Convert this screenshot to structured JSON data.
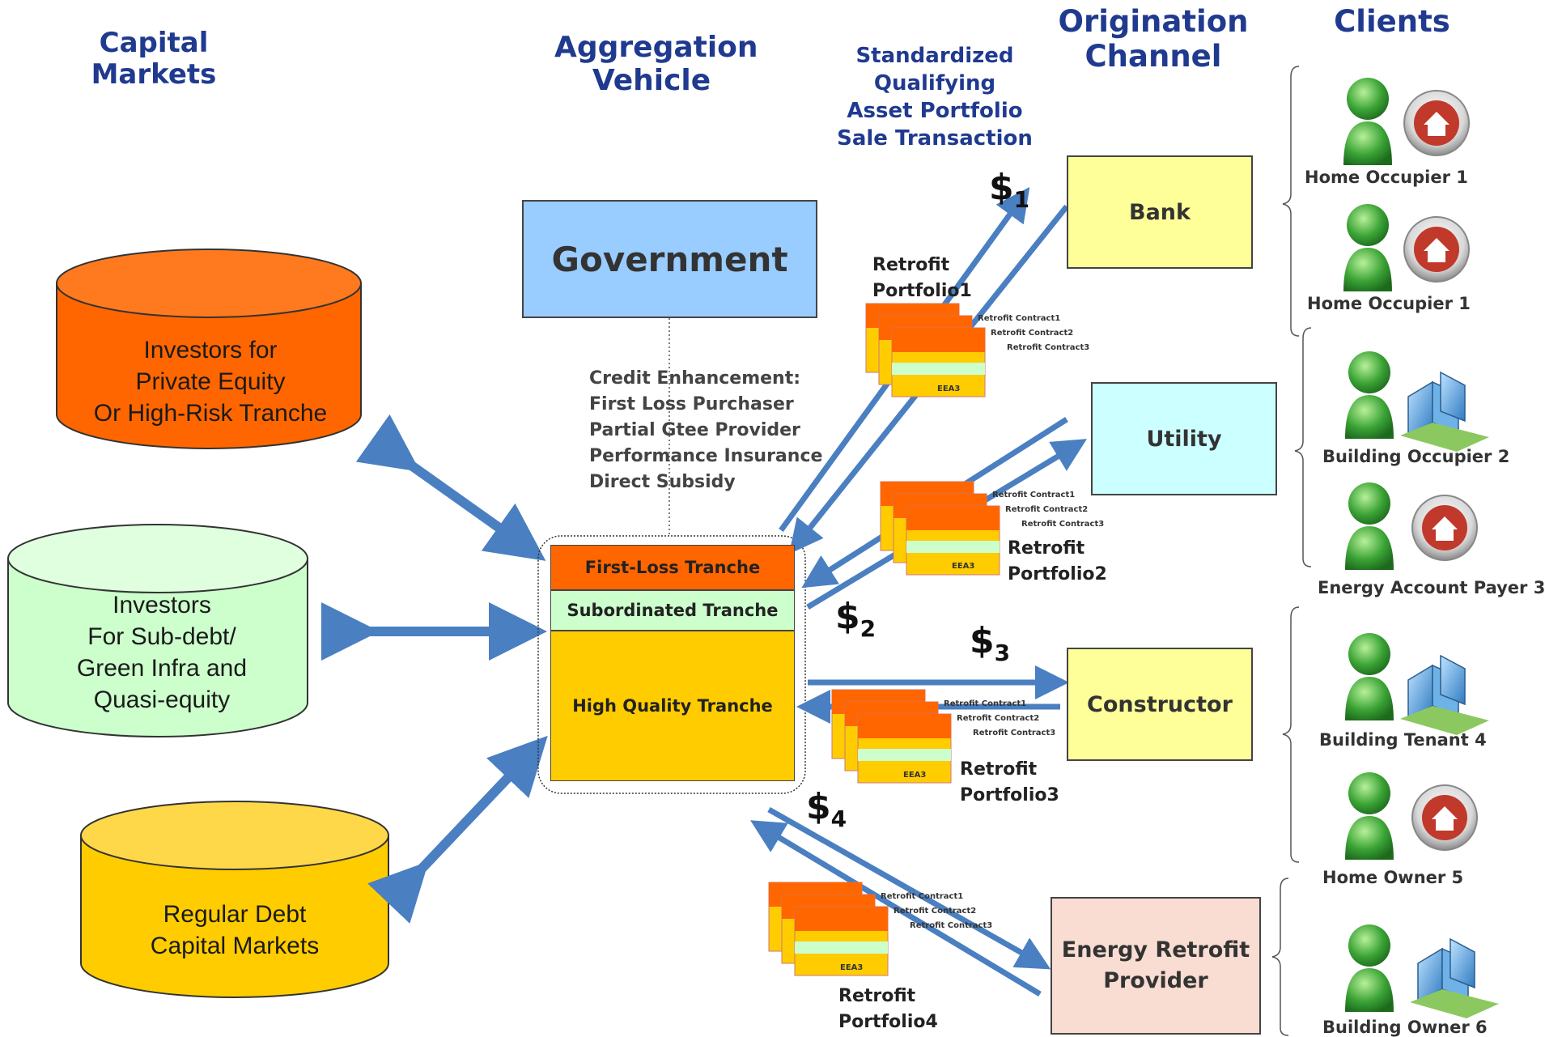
{
  "headers": {
    "capital_markets": "Capital Markets",
    "aggregation_1": "Aggregation",
    "aggregation_2": "Vehicle",
    "standardized": [
      "Standardized",
      "Qualifying",
      "Asset Portfolio",
      "Sale Transaction"
    ],
    "origination_1": "Origination",
    "origination_2": "Channel",
    "clients": "Clients"
  },
  "investors": {
    "high_risk": [
      "Investors for",
      "Private Equity",
      "Or High-Risk Tranche"
    ],
    "sub_debt": [
      "Investors",
      "For Sub-debt/",
      "Green Infra and",
      "Quasi-equity"
    ],
    "regular": [
      "Regular Debt",
      "Capital Markets"
    ]
  },
  "government": "Government",
  "credit_enhancement": [
    "Credit Enhancement:",
    "First Loss Purchaser",
    "Partial Gtee Provider",
    "Performance Insurance",
    "Direct Subsidy"
  ],
  "tranches": {
    "first_loss": "First-Loss Tranche",
    "subordinated": "Subordinated Tranche",
    "high_quality": "High Quality Tranche"
  },
  "channels": {
    "bank": "Bank",
    "utility": "Utility",
    "constructor": "Constructor",
    "retrofit_1": "Energy Retrofit",
    "retrofit_2": "Provider"
  },
  "dollars": [
    {
      "sym": "$",
      "sub": "1"
    },
    {
      "sym": "$",
      "sub": "2"
    },
    {
      "sym": "$",
      "sub": "3"
    },
    {
      "sym": "$",
      "sub": "4"
    }
  ],
  "portfolios": [
    {
      "line1": "Retrofit",
      "line2": "Portfolio1"
    },
    {
      "line1": "Retrofit",
      "line2": "Portfolio2"
    },
    {
      "line1": "Retrofit",
      "line2": "Portfolio3"
    },
    {
      "line1": "Retrofit",
      "line2": "Portfolio4"
    }
  ],
  "portfolio_items": [
    "Retrofit Contract1",
    "Retrofit Contract2",
    "Retrofit Contract3",
    "EEA3"
  ],
  "clients": [
    {
      "label": "Home Occupier 1",
      "icon": "home-icon"
    },
    {
      "label": "Home Occupier 1",
      "icon": "home-icon"
    },
    {
      "label": "Building Occupier 2",
      "icon": "building-icon"
    },
    {
      "label": "Energy Account Payer 3",
      "icon": "home-icon"
    },
    {
      "label": "Building Tenant 4",
      "icon": "building-icon"
    },
    {
      "label": "Home Owner 5",
      "icon": "home-icon"
    },
    {
      "label": "Building Owner 6",
      "icon": "building-icon"
    }
  ],
  "colors": {
    "header": "#1f3a8f",
    "arrow": "#4a7fc1",
    "orange": "#ff6600",
    "light_green": "#ccffcc",
    "gold": "#ffcc00",
    "government": "#99ccff",
    "bank": "#ffff99",
    "utility": "#ccffff",
    "retrofit": "#f9dcd2"
  }
}
